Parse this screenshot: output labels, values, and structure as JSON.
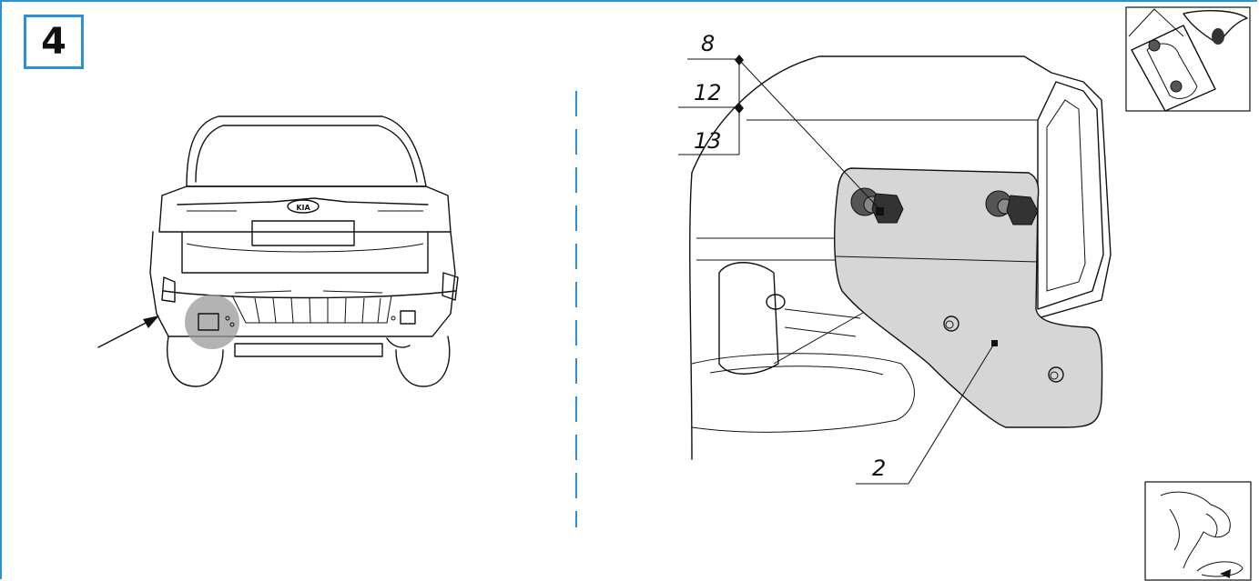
{
  "step": {
    "number": "4"
  },
  "callouts": {
    "c8": "8",
    "c12": "12",
    "c13": "13",
    "c2": "2"
  },
  "colors": {
    "frame": "#2f8fd6",
    "bracket_fill": "#d6d6d6",
    "highlight": "#9a9a9a",
    "ink": "#111111"
  },
  "vehicle": {
    "badge": "KIA"
  },
  "icons": {
    "orientation": "car-orientation-icon",
    "tool": "hand-tighten-icon"
  }
}
